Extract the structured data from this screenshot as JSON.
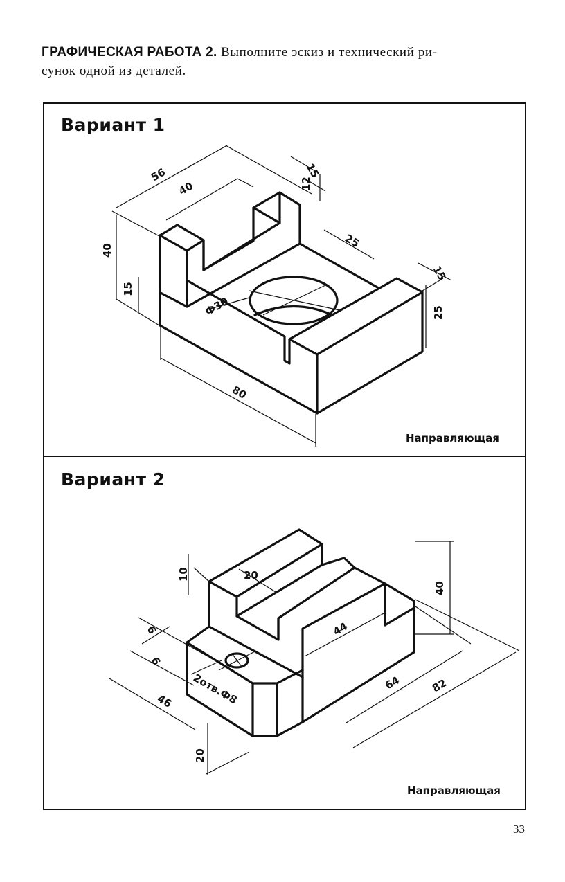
{
  "heading": {
    "label": "ГРАФИЧЕСКАЯ РАБОТА 2.",
    "text_line1": "Выполните эскиз и технический ри-",
    "text_line2": "сунок одной из деталей."
  },
  "variants": [
    {
      "title": "Вариант 1",
      "part_name": "Направляющая",
      "dimensions": [
        "56",
        "40",
        "15",
        "12",
        "25",
        "15",
        "25",
        "40",
        "15",
        "Ф30",
        "80"
      ]
    },
    {
      "title": "Вариант 2",
      "part_name": "Направляющая",
      "dimensions": [
        "10",
        "20",
        "40",
        "44",
        "6",
        "6",
        "2отв.Ф8",
        "64",
        "82",
        "46",
        "20"
      ]
    }
  ],
  "page_number": "33"
}
